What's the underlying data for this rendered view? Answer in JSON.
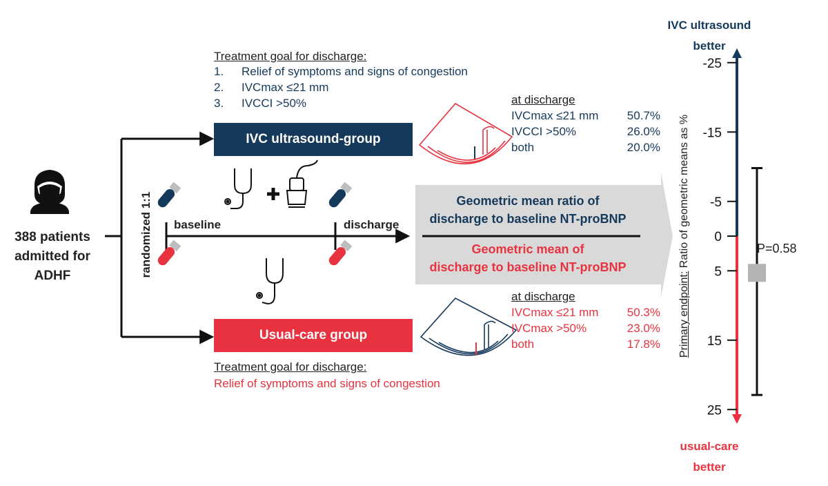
{
  "population": {
    "line1": "388 patients",
    "line2": "admitted for",
    "line3": "ADHF"
  },
  "randomization_label": "randomized 1:1",
  "timeline": {
    "baseline": "baseline",
    "discharge": "discharge"
  },
  "ivc_group": {
    "goal_title": "Treatment goal for discharge:",
    "goals": [
      {
        "num": "1.",
        "text": "Relief of symptoms and signs of congestion"
      },
      {
        "num": "2.",
        "text": "IVCmax ≤21 mm"
      },
      {
        "num": "3.",
        "text": "IVCCI >50%"
      }
    ],
    "box_label": "IVC ultrasound-group",
    "discharge_title": "at discharge",
    "stats": [
      {
        "label": "IVCmax ≤21 mm",
        "value": "50.7%"
      },
      {
        "label": "IVCCI >50%",
        "value": "26.0%"
      },
      {
        "label": "both",
        "value": "20.0%"
      }
    ]
  },
  "usual_group": {
    "box_label": "Usual-care group",
    "goal_title": "Treatment goal for discharge:",
    "goal_text": "Relief of symptoms and signs of congestion",
    "discharge_title": "at discharge",
    "stats": [
      {
        "label": "IVCmax ≤21 mm",
        "value": "50.3%"
      },
      {
        "label": "IVCmax >50%",
        "value": "23.0%"
      },
      {
        "label": "both",
        "value": "17.8%"
      }
    ]
  },
  "ratio": {
    "numerator_line1": "Geometric mean ratio of",
    "numerator_line2": "discharge to baseline NT-proBNP",
    "denominator_line1": "Geometric mean of",
    "denominator_line2": "discharge to baseline NT-proBNP"
  },
  "scale": {
    "top_label_line1": "IVC ultrasound",
    "top_label_line2": "better",
    "bottom_label_line1": "usual-care",
    "bottom_label_line2": "better",
    "axis_title_underlined": "Primary endpoint:",
    "axis_title_rest": " Ratio of geometric means as %",
    "ticks": [
      {
        "label": "-25",
        "value": -25
      },
      {
        "label": "-15",
        "value": -15
      },
      {
        "label": "-5",
        "value": -5
      },
      {
        "label": "0",
        "value": 0
      },
      {
        "label": "5",
        "value": 5
      },
      {
        "label": "15",
        "value": 15
      },
      {
        "label": "25",
        "value": 25
      }
    ],
    "estimate": {
      "value": 5.3,
      "ci_low": -9.8,
      "ci_high": 22.9
    },
    "p_value": "P=0.58"
  },
  "colors": {
    "navy": "#15395b",
    "red": "#e8323f",
    "gray": "#d9d9d9"
  }
}
